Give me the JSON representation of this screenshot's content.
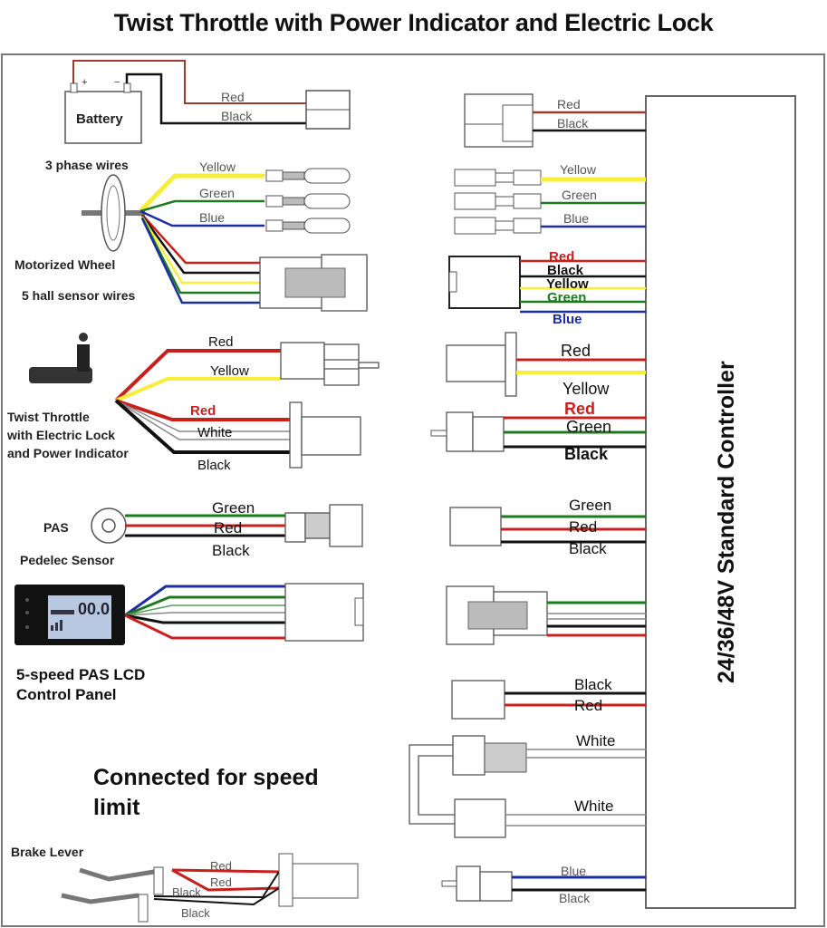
{
  "title": "Twist Throttle with Power Indicator and Electric Lock",
  "colors": {
    "red": "#c8201c",
    "brown_red": "#9a3a30",
    "black": "#111111",
    "yellow": "#f7ee3a",
    "green": "#1f7a1f",
    "blue": "#1b2fa0",
    "white_wire": "#9a9a9a",
    "outline": "#555555"
  },
  "controller": {
    "label": "24/36/48V Standard Controller"
  },
  "left": {
    "battery": {
      "label": "Battery",
      "plus": "+",
      "minus": "−",
      "wires": [
        "Red",
        "Black"
      ]
    },
    "motor": {
      "phase_label": "3 phase wires",
      "wheel_label": "Motorized Wheel",
      "hall_label": "5 hall sensor wires",
      "phase_wires": [
        "Yellow",
        "Green",
        "Blue"
      ]
    },
    "throttle": {
      "label_lines": [
        "Twist Throttle",
        "with Electric Lock",
        "and Power Indicator"
      ],
      "top_wires": [
        "Red",
        "Yellow"
      ],
      "bottom_wires": [
        "Red",
        "White",
        "Black"
      ]
    },
    "pas": {
      "label": "PAS",
      "sublabel": "Pedelec Sensor",
      "wires": [
        "Green",
        "Red",
        "Black"
      ]
    },
    "lcd": {
      "label_lines": [
        "5-speed PAS LCD",
        "Control Panel"
      ],
      "display_value": "00.0"
    },
    "note_lines": [
      "Connected for speed",
      "limit"
    ],
    "brake": {
      "label": "Brake Lever",
      "wires": [
        "Red",
        "Red",
        "Black",
        "Black"
      ]
    }
  },
  "right": {
    "battery_conn": [
      "Red",
      "Black"
    ],
    "phase_conn": [
      "Yellow",
      "Green",
      "Blue"
    ],
    "hall_conn": [
      "Red",
      "Black",
      "Yellow",
      "Green",
      "Blue"
    ],
    "lock_conn": [
      "Red",
      "Yellow"
    ],
    "throttle_conn": [
      "Red",
      "Green",
      "Black"
    ],
    "pas_conn": [
      "Green",
      "Red",
      "Black"
    ],
    "brake_conn": [
      "Black",
      "Red"
    ],
    "speed_limit_conn": [
      "White",
      "White"
    ],
    "last_conn": [
      "Blue",
      "Black"
    ]
  }
}
